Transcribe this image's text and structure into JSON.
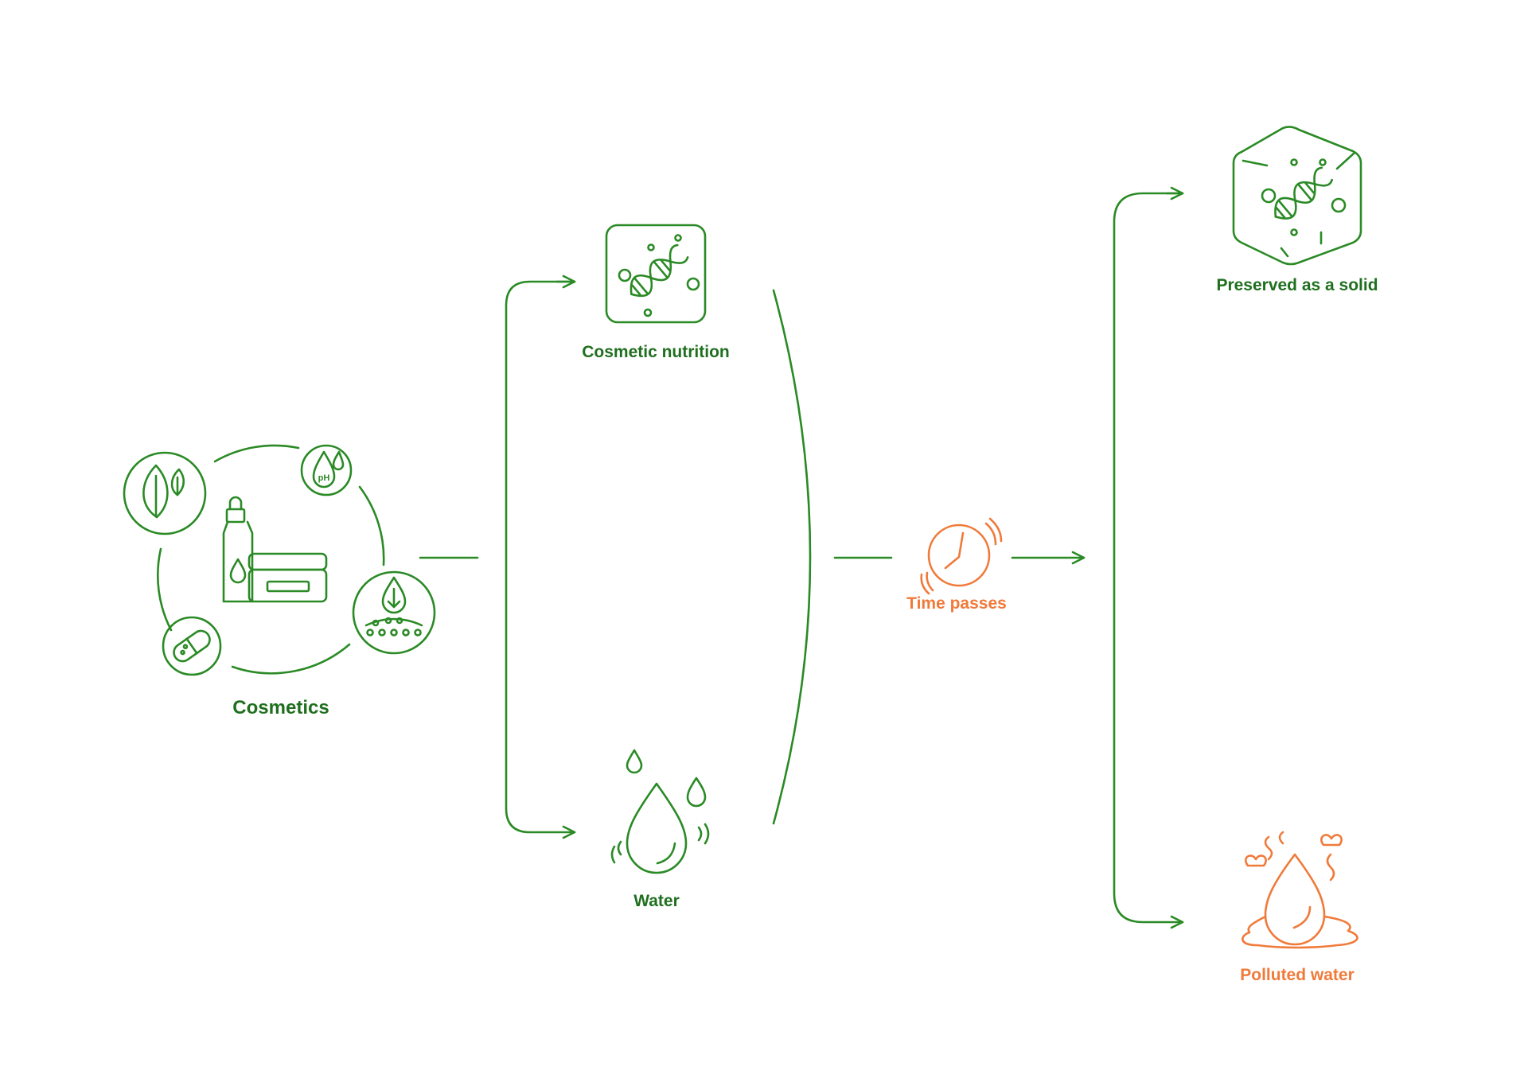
{
  "colors": {
    "green": "#2a8a25",
    "green_text": "#1f6f1f",
    "orange": "#f07a3a"
  },
  "nodes": {
    "cosmetics": {
      "label": "Cosmetics",
      "icon": "cosmetics-cluster-icon"
    },
    "nutrition": {
      "label": "Cosmetic nutrition",
      "icon": "dna-square-icon"
    },
    "water": {
      "label": "Water",
      "icon": "water-drop-icon"
    },
    "time": {
      "label": "Time passes",
      "icon": "clock-icon"
    },
    "solid": {
      "label": "Preserved as a solid",
      "icon": "dna-hexagon-icon"
    },
    "polluted": {
      "label": "Polluted water",
      "icon": "polluted-water-icon"
    }
  }
}
